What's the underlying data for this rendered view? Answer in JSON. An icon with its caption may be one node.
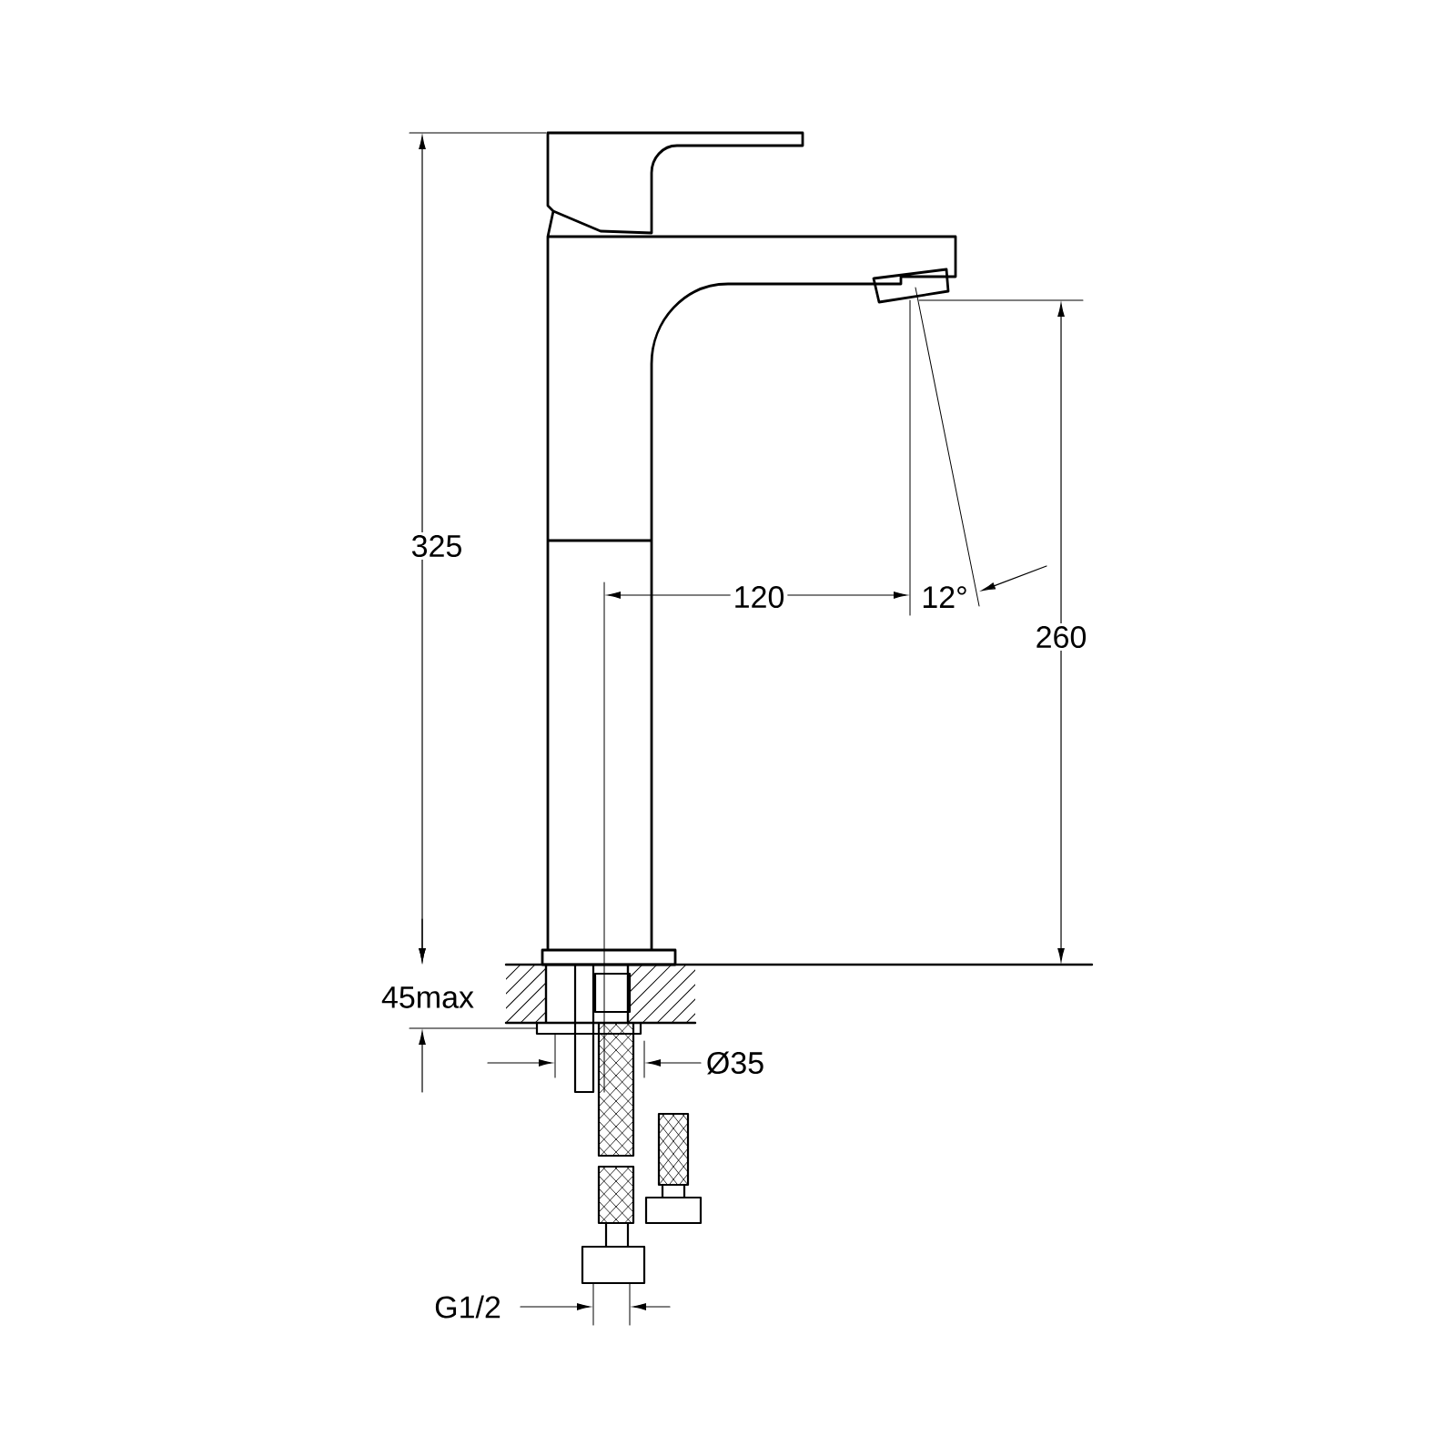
{
  "diagram": {
    "labels": [
      "325",
      "120",
      "12°",
      "260",
      "45max",
      "Ø35",
      "G1/2"
    ]
  }
}
